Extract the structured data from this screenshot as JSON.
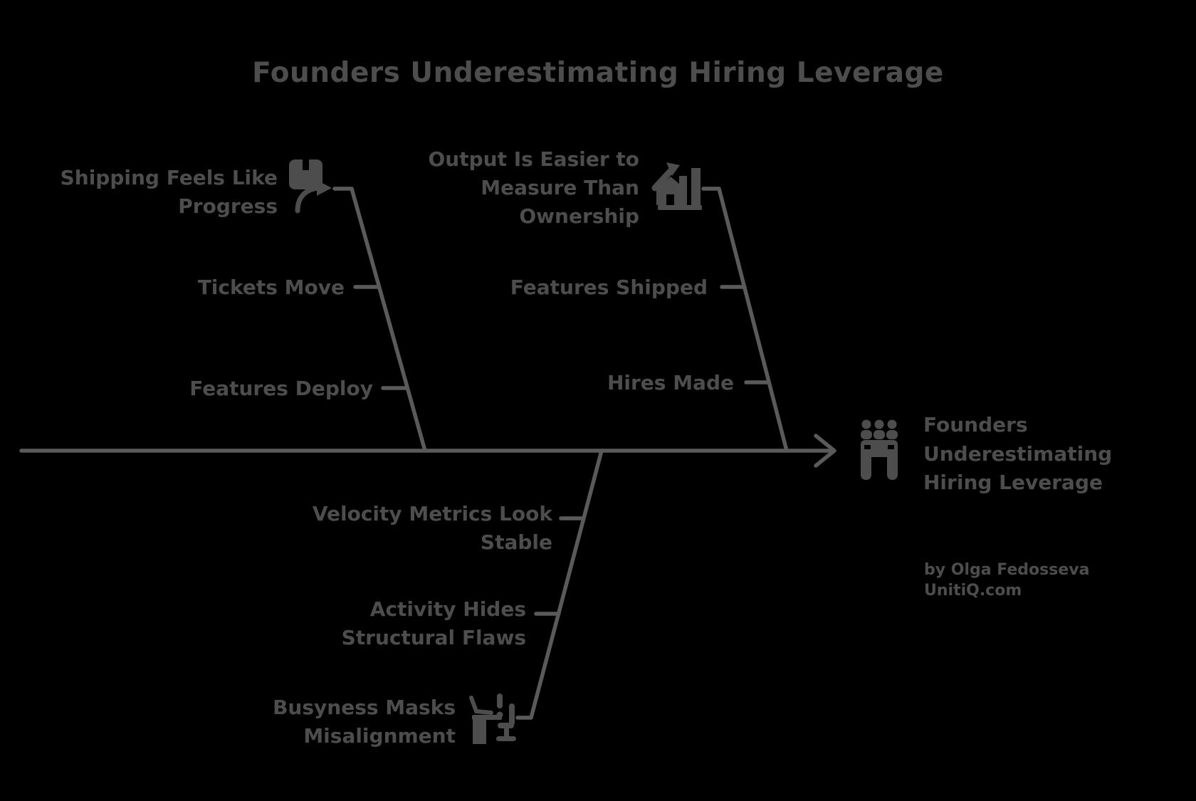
{
  "title": "Founders Underestimating Hiring Leverage",
  "head": {
    "icon": "magnet-people-icon",
    "label": "Founders\nUnderestimating\nHiring Leverage"
  },
  "branches": [
    {
      "position": "top-left",
      "icon": "package-arrow-icon",
      "label": "Shipping Feels Like\nProgress",
      "causes": [
        "Tickets Move",
        "Features Deploy"
      ]
    },
    {
      "position": "top-right",
      "icon": "chart-growth-icon",
      "label": "Output Is Easier to\nMeasure Than\nOwnership",
      "causes": [
        "Features Shipped",
        "Hires Made"
      ]
    },
    {
      "position": "bottom",
      "icon": "desk-alert-icon",
      "label": "Busyness Masks\nMisalignment",
      "causes": [
        "Velocity Metrics Look\nStable",
        "Activity Hides\nStructural Flaws"
      ]
    }
  ],
  "attribution": "by Olga Fedosseva\nUnitiQ.com",
  "colors": {
    "background": "#000000",
    "text": "#4d4d4d",
    "line": "#5a5a5a",
    "icon": "#4d4d4d"
  }
}
